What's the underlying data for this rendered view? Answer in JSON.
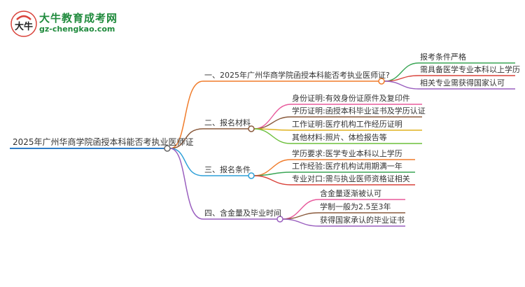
{
  "logo": {
    "title": "大牛教育成考网",
    "url": "gz-chengkao.com",
    "mark": "大牛"
  },
  "root": "2025年广州华商学院函授本科能否考执业医师证",
  "branches": [
    {
      "label": "一、2025年广州华商学院函授本科能否考执业医师证?",
      "color": "#f07c2b",
      "children": [
        {
          "label": "报考条件严格",
          "color": "#3aa655"
        },
        {
          "label": "需具备医学专业本科以上学历",
          "color": "#d9423a"
        },
        {
          "label": "相关专业需获得国家认可",
          "color": "#9a5fbf"
        }
      ]
    },
    {
      "label": "二、报名材料",
      "color": "#8a5a3c",
      "children": [
        {
          "label": "身份证明:有效身份证原件及复印件",
          "color": "#e85a9c"
        },
        {
          "label": "学历证明:函授本科毕业证书及学历认证",
          "color": "#8a5a3c"
        },
        {
          "label": "工作证明:医疗机构工作经历证明",
          "color": "#e0b21f"
        },
        {
          "label": "其他材料:照片、体检报告等",
          "color": "#6bbf3a"
        }
      ]
    },
    {
      "label": "三、报名条件",
      "color": "#2fa0d8",
      "children": [
        {
          "label": "学历要求:医学专业本科以上学历",
          "color": "#f07c2b"
        },
        {
          "label": "工作经验:医疗机构试用期满一年",
          "color": "#3aa655"
        },
        {
          "label": "专业对口:需与执业医师资格证相关",
          "color": "#d9423a"
        }
      ]
    },
    {
      "label": "四、含金量及毕业时间",
      "color": "#9a5fbf",
      "children": [
        {
          "label": "含金量逐渐被认可",
          "color": "#e85a9c"
        },
        {
          "label": "学制一般为2.5至3年",
          "color": "#8a5a3c"
        },
        {
          "label": "获得国家承认的毕业证书",
          "color": "#9a5fbf"
        }
      ]
    }
  ],
  "root_color": "#2f7dc8"
}
